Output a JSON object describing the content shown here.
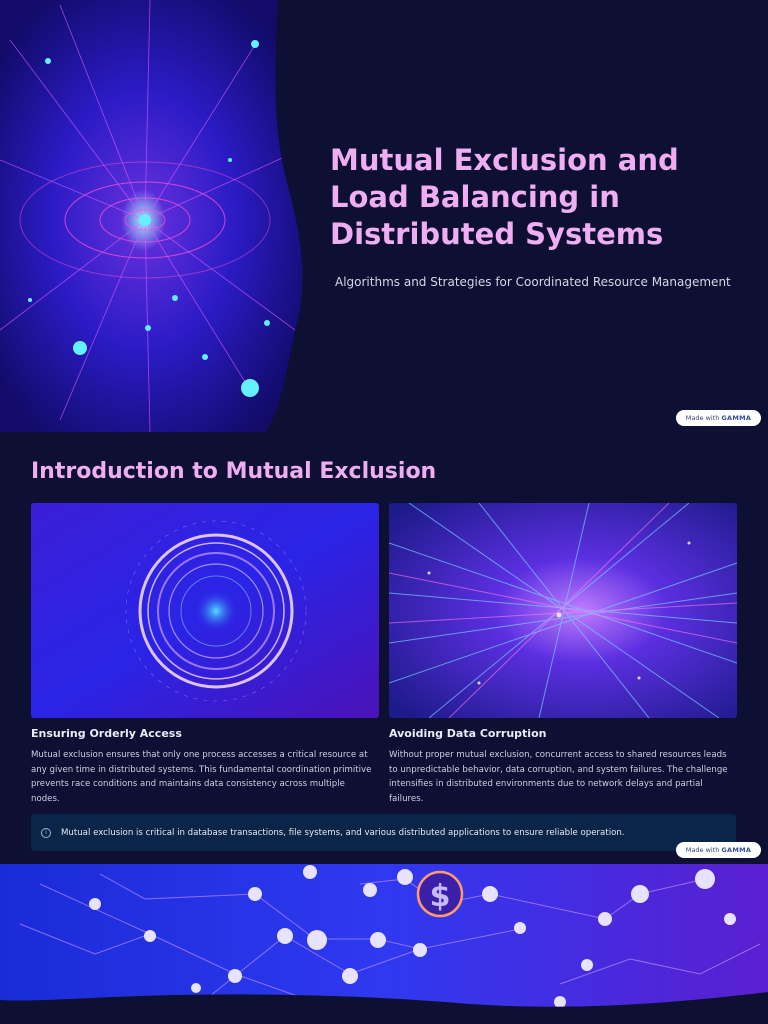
{
  "slide1": {
    "title": "Mutual Exclusion and Load Balancing in Distributed Systems",
    "subtitle": "Algorithms and Strategies for Coordinated Resource Management",
    "hero_image": "network-hub-illustration"
  },
  "badge": {
    "prefix": "Made with",
    "brand": "GAMMA"
  },
  "slide2": {
    "title": "Introduction to Mutual Exclusion",
    "cards": [
      {
        "image": "concentric-rings-illustration",
        "heading": "Ensuring Orderly Access",
        "body": "Mutual exclusion ensures that only one process accesses a critical resource at any given time in distributed systems. This fundamental coordination primitive prevents race conditions and maintains data consistency across multiple nodes."
      },
      {
        "image": "light-streaks-illustration",
        "heading": "Avoiding Data Corruption",
        "body": "Without proper mutual exclusion, concurrent access to shared resources leads to unpredictable behavior, data corruption, and system failures. The challenge intensifies in distributed environments due to network delays and partial failures."
      }
    ],
    "note": {
      "icon": "info-icon",
      "text": "Mutual exclusion is critical in database transactions, file systems, and various distributed applications to ensure reliable operation."
    }
  },
  "slide3": {
    "image": "network-nodes-illustration"
  },
  "colors": {
    "background": "#0d0f33",
    "title": "#efaef1",
    "note_box": "#0a2547"
  }
}
